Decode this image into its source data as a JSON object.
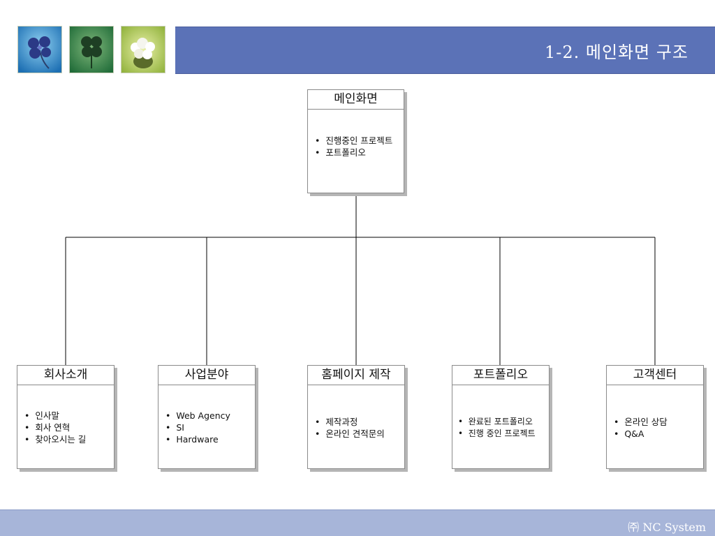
{
  "header": {
    "title": "1-2. 메인화면 구조",
    "accent_color": "#5b72b7",
    "thumbnails": [
      "blue-clover-flower-image",
      "green-clover-image",
      "white-flower-bouquet-image"
    ]
  },
  "main_node": {
    "title": "메인화면",
    "items": [
      "진행중인 프로젝트",
      "포트폴리오"
    ]
  },
  "children": [
    {
      "title": "회사소개",
      "items": [
        "인사말",
        "회사 연혁",
        "찾아오시는 길"
      ]
    },
    {
      "title": "사업분야",
      "items": [
        "Web Agency",
        "SI",
        "Hardware"
      ]
    },
    {
      "title": "홈페이지 제작",
      "items": [
        "제작과정",
        "온라인 견적문의"
      ]
    },
    {
      "title": "포트폴리오",
      "items": [
        "완료된 포트폴리오",
        "진행 중인 프로젝트"
      ]
    },
    {
      "title": "고객센터",
      "items": [
        "온라인 상담",
        "Q&A"
      ]
    }
  ],
  "footer": {
    "text": "㈜ NC System",
    "color": "#a7b5d9"
  }
}
